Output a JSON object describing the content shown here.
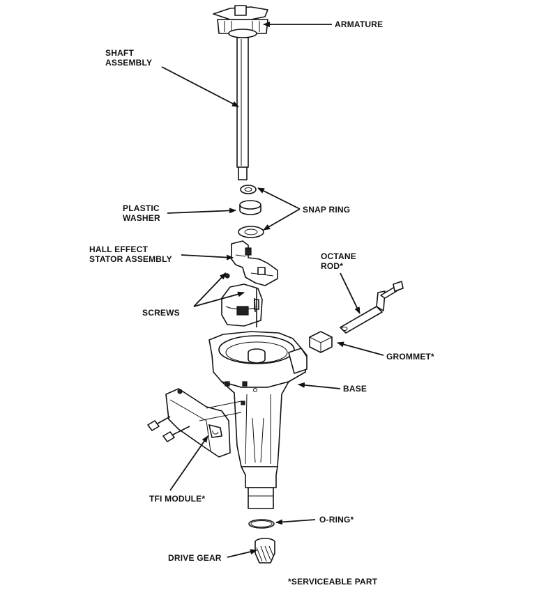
{
  "labels": {
    "armature": "ARMATURE",
    "shaft_1": "SHAFT",
    "shaft_2": "ASSEMBLY",
    "plastic_1": "PLASTIC",
    "plastic_2": "WASHER",
    "snap_ring": "SNAP RING",
    "hall_1": "HALL EFFECT",
    "hall_2": "STATOR ASSEMBLY",
    "octane_1": "OCTANE",
    "octane_2": "ROD*",
    "screws": "SCREWS",
    "grommet": "GROMMET*",
    "base": "BASE",
    "tfi": "TFI MODULE*",
    "oring": "O-RING*",
    "drive_gear": "DRIVE GEAR",
    "footnote": "*SERVICEABLE PART"
  }
}
